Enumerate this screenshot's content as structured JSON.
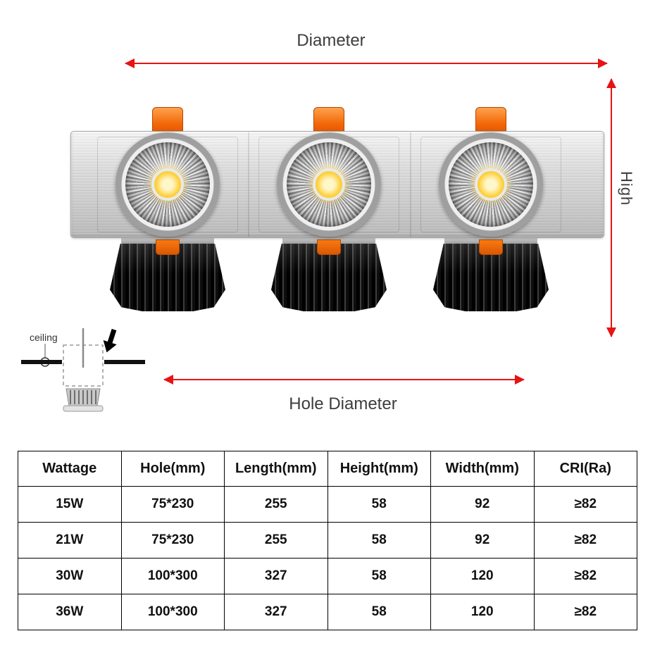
{
  "labels": {
    "diameter": "Diameter",
    "high": "High",
    "hole_diameter": "Hole Diameter",
    "ceiling": "ceiling"
  },
  "colors": {
    "dimension_arrow_red": "#e81313",
    "mounting_clip_orange": "#f26706",
    "cob_led_yellow": "#ffd23e",
    "plate_silver": "#cdcdcd",
    "heatsink_black": "#0d0d0d"
  },
  "table": {
    "headers": [
      "Wattage",
      "Hole(mm)",
      "Length(mm)",
      "Height(mm)",
      "Width(mm)",
      "CRI(Ra)"
    ],
    "rows": [
      [
        "15W",
        "75*230",
        "255",
        "58",
        "92",
        "≥82"
      ],
      [
        "21W",
        "75*230",
        "255",
        "58",
        "92",
        "≥82"
      ],
      [
        "30W",
        "100*300",
        "327",
        "58",
        "120",
        "≥82"
      ],
      [
        "36W",
        "100*300",
        "327",
        "58",
        "120",
        "≥82"
      ]
    ]
  }
}
